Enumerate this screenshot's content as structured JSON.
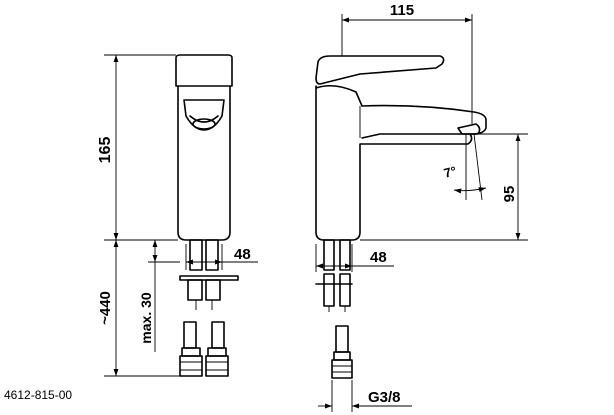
{
  "dimensions": {
    "width_top": "115",
    "height_body": "165",
    "height_hoses": "~440",
    "max_thread": "max. 30",
    "base_front": "48",
    "base_side": "48",
    "spout_height": "95",
    "spout_angle": "7°",
    "thread_size": "G3/8"
  },
  "part_number": "4612-815-00",
  "colors": {
    "line": "#000000",
    "background": "#ffffff"
  }
}
